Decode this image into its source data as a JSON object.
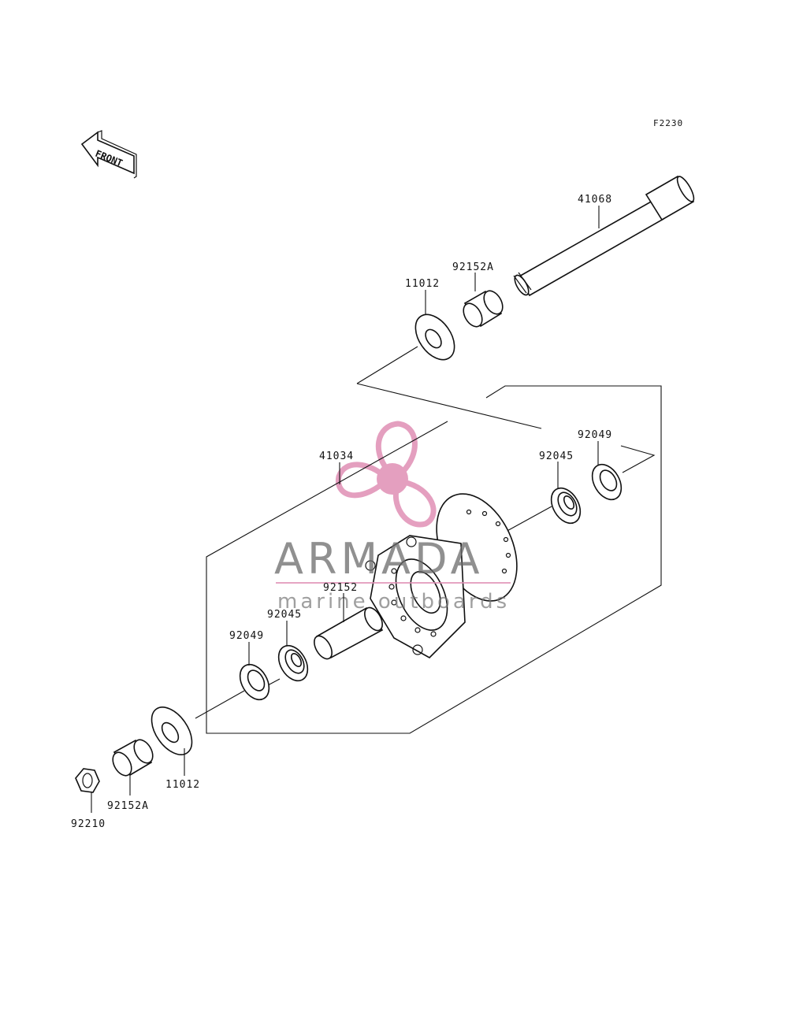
{
  "diagram_code": "F2230",
  "front_arrow_label": "FRONT",
  "parts": {
    "axle": "41068",
    "collar_top": "92152A",
    "cap_top": "11012",
    "seal_right": "92049",
    "bearing_right": "92045",
    "hub": "41034",
    "spacer": "92152",
    "bearing_left": "92045",
    "seal_left": "92049",
    "cap_bottom": "11012",
    "collar_bottom": "92152A",
    "nut": "92210"
  },
  "watermark": {
    "brand": "ARMADA",
    "tagline": "marine outboards",
    "logo_color": "#e08fb5"
  }
}
